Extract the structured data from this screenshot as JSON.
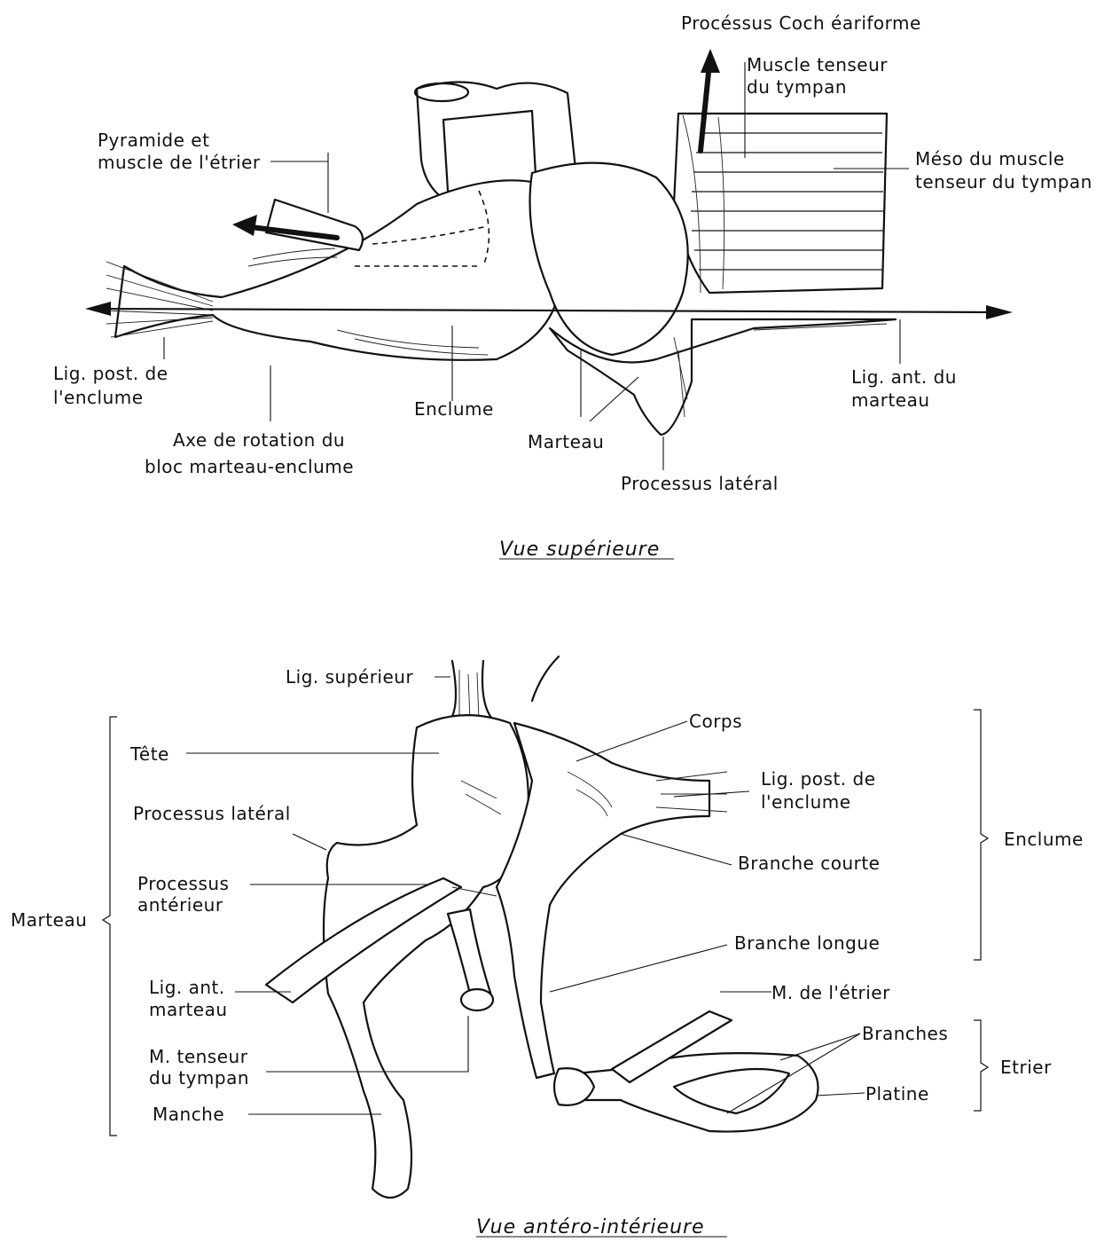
{
  "top_view": {
    "caption": "Vue supérieure",
    "labels": {
      "cochleariform": "Procéssus Coch éariforme",
      "tensor_muscle_1": "Muscle tenseur",
      "tensor_muscle_2": "du tympan",
      "pyramid_1": "Pyramide et",
      "pyramid_2": "muscle de l'étrier",
      "meso_1": "Méso du muscle",
      "meso_2": "tenseur du tympan",
      "lig_post_1": "Lig. post. de",
      "lig_post_2": "l'enclume",
      "incus": "Enclume",
      "lig_ant_1": "Lig. ant. du",
      "lig_ant_2": "marteau",
      "axis_1": "Axe de rotation du",
      "axis_2": "bloc marteau-enclume",
      "malleus": "Marteau",
      "lateral_process": "Processus latéral"
    }
  },
  "bottom_view": {
    "caption": "Vue antéro-intérieure",
    "labels": {
      "lig_sup": "Lig. supérieur",
      "body": "Corps",
      "head": "Tête",
      "lig_post_1": "Lig. post. de",
      "lig_post_2": "l'enclume",
      "lat_process": "Processus latéral",
      "incus_group": "Enclume",
      "short_branch": "Branche courte",
      "ant_process_1": "Processus",
      "ant_process_2": "antérieur",
      "malleus_group": "Marteau",
      "long_branch": "Branche longue",
      "lig_ant_1": "Lig. ant.",
      "lig_ant_2": "marteau",
      "stapes_muscle": "M. de l'étrier",
      "tensor_1": "M. tenseur",
      "tensor_2": "du tympan",
      "branches": "Branches",
      "stapes_group": "Etrier",
      "footplate": "Platine",
      "handle": "Manche"
    }
  }
}
